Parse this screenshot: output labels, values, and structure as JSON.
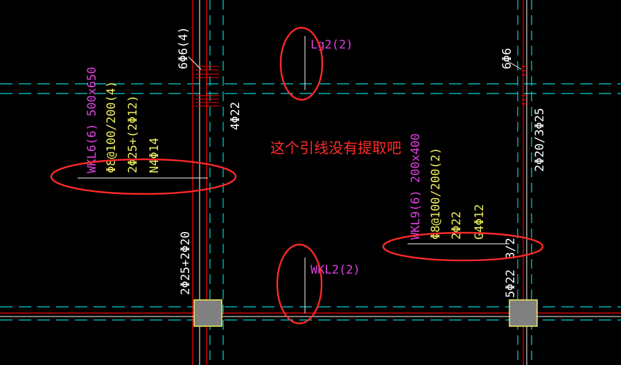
{
  "annotation": {
    "note": "这个引线没有提取吧"
  },
  "beams": {
    "lg2": "Lg2(2)",
    "wkl2": "WKL2(2)",
    "wkl6": {
      "name": "WKL6(6) 500x650",
      "stirrup": "Φ8@100/200(4)",
      "top_bottom": "2Φ25+(2Φ12)",
      "side": "N4Φ14"
    },
    "wkl9": {
      "name": "WKL9(6) 200x400",
      "stirrup": "Φ8@100/200(2)",
      "top": "2Φ22",
      "side": "G4Φ12"
    }
  },
  "rebar_labels": {
    "left_support_top": "6Φ6(4)",
    "left_support_bottom": "4Φ22",
    "left_column_span": "2Φ25+2Φ20",
    "right_support_top": "6Φ6",
    "right_support_mid": "2Φ20/3Φ25",
    "right_lower_a": "5Φ22",
    "right_lower_b": "3/2"
  },
  "colors": {
    "background": "#000000",
    "axis": "#ff0000",
    "beam_outline": "#00d8d8",
    "column_fill": "#808080",
    "column_border": "#f0f060",
    "label_magenta": "#e040e0",
    "label_yellow": "#f0f060",
    "highlight": "#ff2a2a"
  }
}
